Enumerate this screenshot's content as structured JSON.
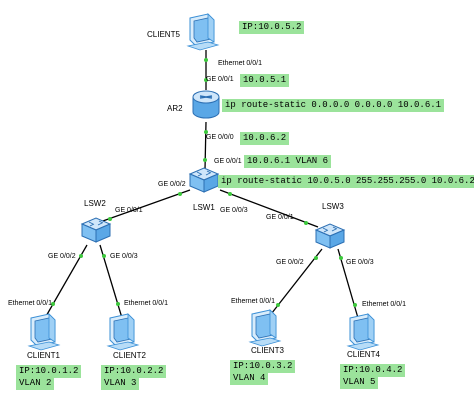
{
  "devices": {
    "client5": {
      "name": "CLIENT5",
      "port": "Ethernet 0/0/1",
      "note": "IP:10.0.5.2"
    },
    "ar2": {
      "name": "AR2",
      "top_port": "GE 0/0/1",
      "top_ip": "10.0.5.1",
      "route": "ip route-static 0.0.0.0 0.0.0.0 10.0.6.1",
      "bottom_port": "GE 0/0/0",
      "bottom_ip": "10.0.6.2"
    },
    "lsw1": {
      "name": "LSW1",
      "top_port": "GE 0/0/1",
      "top_note": "10.0.6.1 VLAN 6",
      "route": "ip route-static 10.0.5.0 255.255.255.0 10.0.6.2",
      "left_port": "GE 0/0/2",
      "right_port": "GE 0/0/3"
    },
    "lsw2": {
      "name": "LSW2",
      "top_port": "GE 0/0/1",
      "left_port": "GE 0/0/2",
      "right_port": "GE 0/0/3"
    },
    "lsw3": {
      "name": "LSW3",
      "top_port": "GE 0/0/1",
      "left_port": "GE 0/0/2",
      "right_port": "GE 0/0/3"
    },
    "client1": {
      "name": "CLIENT1",
      "port": "Ethernet 0/0/1",
      "note_ip": "IP:10.0.1.2",
      "note_vlan": "VLAN 2"
    },
    "client2": {
      "name": "CLIENT2",
      "port": "Ethernet 0/0/1",
      "note_ip": "IP:10.0.2.2",
      "note_vlan": "VLAN 3"
    },
    "client3": {
      "name": "CLIENT3",
      "port": "Ethernet 0/0/1",
      "note_ip": "IP:10.0.3.2",
      "note_vlan": "VLAN 4"
    },
    "client4": {
      "name": "CLIENT4",
      "port": "Ethernet 0/0/1",
      "note_ip": "IP:10.0.4.2",
      "note_vlan": "VLAN 5"
    }
  },
  "colors": {
    "note_bg": "#9be39b",
    "link": "#000000",
    "port_dot": "#3cc83c",
    "device": "#3a8fd6"
  },
  "icons": {
    "pc": "computer-icon",
    "router": "router-icon",
    "switch": "switch-icon"
  }
}
